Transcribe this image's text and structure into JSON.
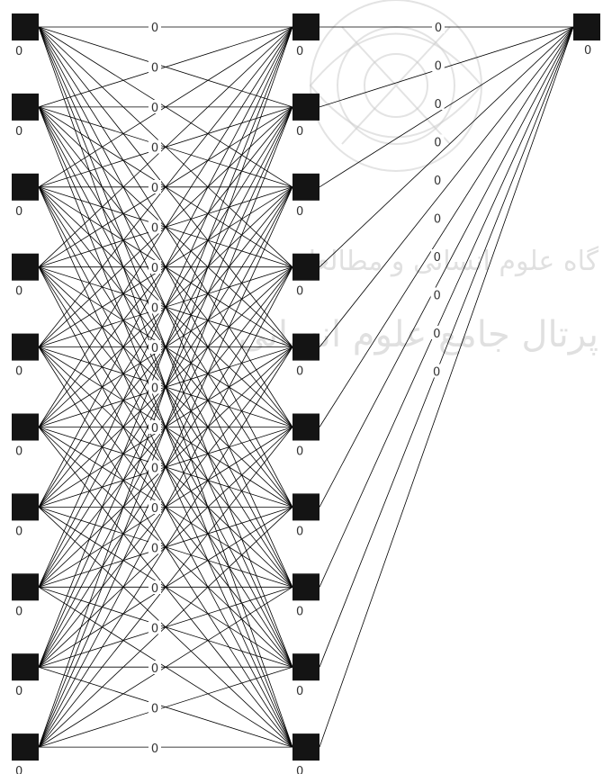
{
  "network": {
    "input_nodes": [
      {
        "id": "in-1",
        "label": "0"
      },
      {
        "id": "in-2",
        "label": "0"
      },
      {
        "id": "in-3",
        "label": "0"
      },
      {
        "id": "in-4",
        "label": "0"
      },
      {
        "id": "in-5",
        "label": "0"
      },
      {
        "id": "in-6",
        "label": "0"
      },
      {
        "id": "in-7",
        "label": "0"
      },
      {
        "id": "in-8",
        "label": "0"
      },
      {
        "id": "in-9",
        "label": "0"
      },
      {
        "id": "in-10",
        "label": "0"
      }
    ],
    "hidden_nodes": [
      {
        "id": "h-1",
        "label": "0"
      },
      {
        "id": "h-2",
        "label": "0"
      },
      {
        "id": "h-3",
        "label": "0"
      },
      {
        "id": "h-4",
        "label": "0"
      },
      {
        "id": "h-5",
        "label": "0"
      },
      {
        "id": "h-6",
        "label": "0"
      },
      {
        "id": "h-7",
        "label": "0"
      },
      {
        "id": "h-8",
        "label": "0"
      },
      {
        "id": "h-9",
        "label": "0"
      },
      {
        "id": "h-10",
        "label": "0"
      }
    ],
    "output_nodes": [
      {
        "id": "out-1",
        "label": "0"
      }
    ],
    "input_to_hidden_weight_labels": [
      "0",
      "0",
      "0",
      "0",
      "0",
      "0",
      "0",
      "0",
      "0",
      "0",
      "0",
      "0",
      "0",
      "0",
      "0",
      "0",
      "0",
      "0",
      "0",
      "0"
    ],
    "hidden_to_output_weight_labels": [
      "0",
      "0",
      "0",
      "0",
      "0",
      "0",
      "0",
      "0",
      "0",
      "0"
    ],
    "colors": {
      "node": "#141414",
      "edge": "#000000",
      "label": "#333333",
      "watermark": "#c8c8c8"
    }
  },
  "watermark": {
    "line1": "گاه علوم انسانی و مطالعات",
    "line2": "پرتال جامع علوم انسانی"
  }
}
